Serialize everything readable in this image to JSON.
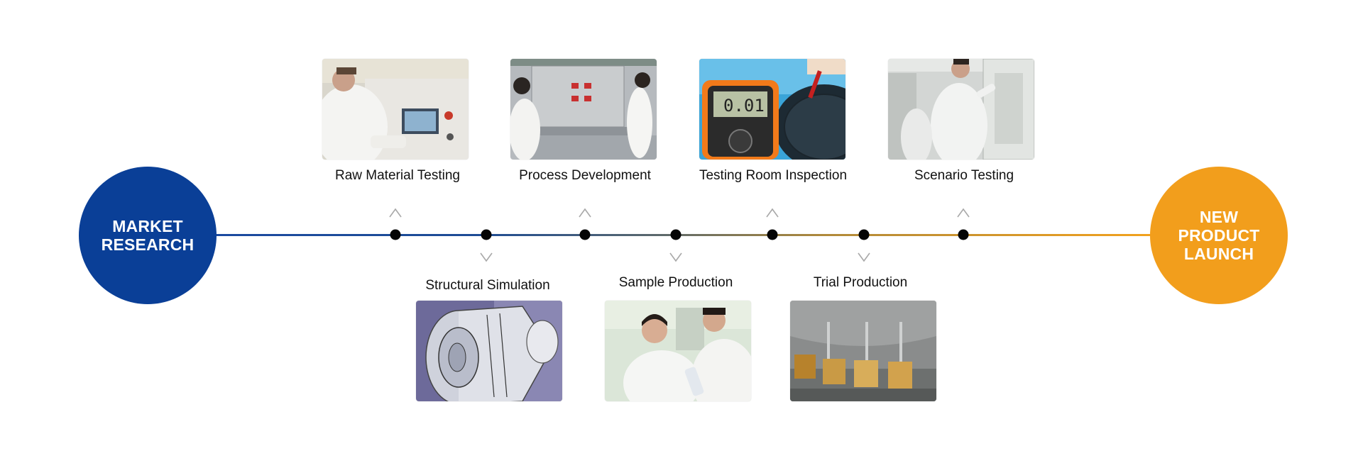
{
  "start": {
    "label": "MARKET\nRESEARCH",
    "color": "#0a3f97"
  },
  "end": {
    "label": "NEW PRODUCT\nLAUNCH",
    "color": "#f29e1c"
  },
  "steps": [
    {
      "label": "Raw Material Testing",
      "position": "above",
      "image": "lab-technician-photo"
    },
    {
      "label": "Structural Simulation",
      "position": "below",
      "image": "cad-model-render"
    },
    {
      "label": "Process Development",
      "position": "above",
      "image": "lab-equipment-photo"
    },
    {
      "label": "Sample Production",
      "position": "below",
      "image": "researchers-sample-photo"
    },
    {
      "label": "Testing Room Inspection",
      "position": "above",
      "image": "multimeter-photo"
    },
    {
      "label": "Trial Production",
      "position": "below",
      "image": "production-machine-photo"
    },
    {
      "label": "Scenario Testing",
      "position": "above",
      "image": "test-chamber-photo"
    }
  ]
}
